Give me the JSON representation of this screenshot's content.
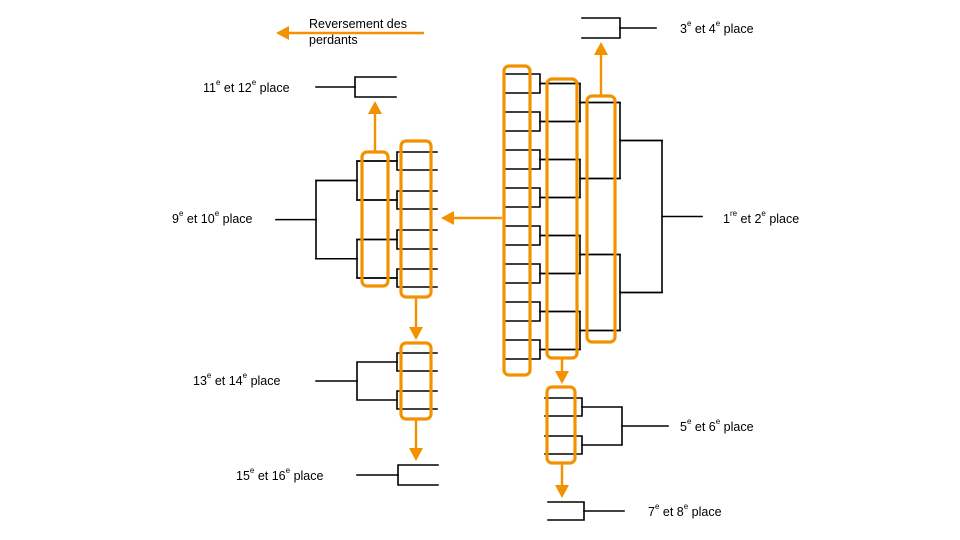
{
  "legend": {
    "text": "Reversement des perdants"
  },
  "colors": {
    "accent": "#f39200",
    "line": "#000000"
  },
  "places": [
    {
      "id": "p1",
      "num1": "1",
      "sup1": "re",
      "num2": "2",
      "sup2": "e",
      "suffix": "place",
      "mid": "et"
    },
    {
      "id": "p3",
      "num1": "3",
      "sup1": "e",
      "num2": "4",
      "sup2": "e",
      "suffix": "place",
      "mid": "et"
    },
    {
      "id": "p5",
      "num1": "5",
      "sup1": "e",
      "num2": "6",
      "sup2": "e",
      "suffix": "place",
      "mid": "et"
    },
    {
      "id": "p7",
      "num1": "7",
      "sup1": "e",
      "num2": "8",
      "sup2": "e",
      "suffix": "place",
      "mid": "et"
    },
    {
      "id": "p9",
      "num1": "9",
      "sup1": "e",
      "num2": "10",
      "sup2": "e",
      "suffix": "place",
      "mid": "et"
    },
    {
      "id": "p11",
      "num1": "11",
      "sup1": "e",
      "num2": "12",
      "sup2": "e",
      "suffix": "place",
      "mid": "et"
    },
    {
      "id": "p13",
      "num1": "13",
      "sup1": "e",
      "num2": "14",
      "sup2": "e",
      "suffix": "place",
      "mid": "et"
    },
    {
      "id": "p15",
      "num1": "15",
      "sup1": "e",
      "num2": "16",
      "sup2": "e",
      "suffix": "place",
      "mid": "et"
    }
  ]
}
